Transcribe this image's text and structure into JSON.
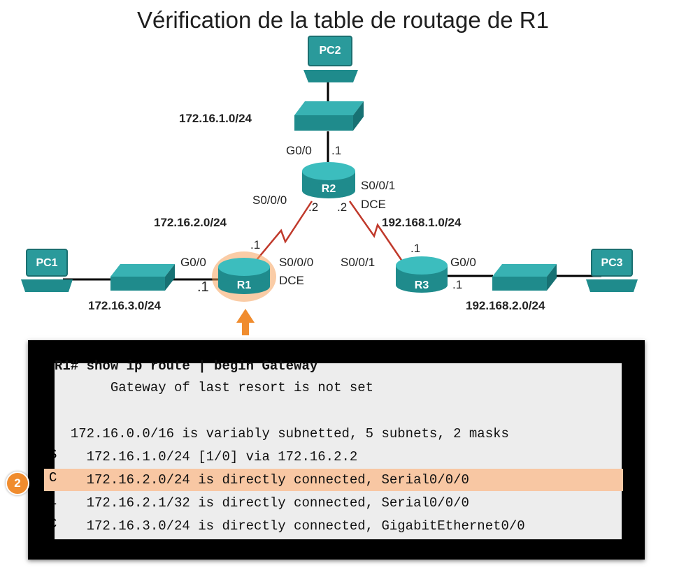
{
  "title": "Vérification de la table de routage de R1",
  "devices": {
    "pc1": "PC1",
    "pc2": "PC2",
    "pc3": "PC3",
    "r1": "R1",
    "r2": "R2",
    "r3": "R3"
  },
  "networks": {
    "n1": "172.16.1.0/24",
    "n2": "172.16.2.0/24",
    "n3": "172.16.3.0/24",
    "n4": "192.168.1.0/24",
    "n5": "192.168.2.0/24"
  },
  "interfaces": {
    "r2_g00": "G0/0",
    "r2_g00_ip": ".1",
    "r2_s000": "S0/0/0",
    "r2_s000_ip": ".2",
    "r2_s001": "S0/0/1",
    "r2_s001_dce": "DCE",
    "r2_s001_ip": ".2",
    "r1_g00": "G0/0",
    "r1_g00_ip": ".1",
    "r1_s000": "S0/0/0",
    "r1_s000_dce": "DCE",
    "r1_s000_ip": ".1",
    "r3_s001": "S0/0/1",
    "r3_s001_ip": ".1",
    "r3_g00": "G0/0",
    "r3_g00_ip": ".1"
  },
  "terminal": {
    "command": "R1# show ip route | begin Gateway",
    "lines": [
      "       Gateway of last resort is not set",
      "",
      "  172.16.0.0/16 is variably subnetted, 5 subnets, 2 masks",
      "    172.16.1.0/24 [1/0] via 172.16.2.2",
      "    172.16.2.0/24 is directly connected, Serial0/0/0",
      "    172.16.2.1/32 is directly connected, Serial0/0/0",
      "    172.16.3.0/24 is directly connected, GigabitEthernet0/0"
    ],
    "codes": [
      "S",
      "C",
      "L",
      "C"
    ],
    "highlighted_index": 4
  },
  "badge": "2",
  "colors": {
    "device": "#1f8b8c",
    "highlight": "#f8c7a3",
    "accent": "#f08c2e",
    "serial": "#c0392b"
  }
}
